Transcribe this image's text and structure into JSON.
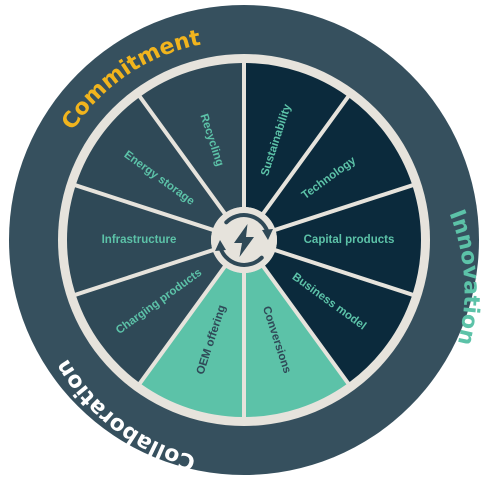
{
  "colors": {
    "outer_ring": "#36505e",
    "rim": "#e6e3dc",
    "segment_slate": "#2f4957",
    "segment_navy": "#0b2a3c",
    "segment_teal": "#5cc2a8",
    "text_teal": "#5cc2a8",
    "text_slate": "#2f4957",
    "text_commitment": "#f1b41d",
    "text_white": "#ffffff"
  },
  "ring_labels": {
    "commitment": "Commitment",
    "innovation": "Innovation",
    "collaboration": "Collaboration"
  },
  "center_icon": "lightning-refresh-icon",
  "segments": [
    {
      "id": "sustainability",
      "label": "Sustainability",
      "group": "navy"
    },
    {
      "id": "technology",
      "label": "Technology",
      "group": "navy"
    },
    {
      "id": "capital-products",
      "label": "Capital products",
      "group": "navy"
    },
    {
      "id": "business-model",
      "label": "Business model",
      "group": "navy"
    },
    {
      "id": "conversions",
      "label": "Conversions",
      "group": "teal"
    },
    {
      "id": "oem-offering",
      "label": "OEM offering",
      "group": "teal"
    },
    {
      "id": "charging-products",
      "label": "Charging products",
      "group": "slate"
    },
    {
      "id": "infrastructure",
      "label": "Infrastructure",
      "group": "slate"
    },
    {
      "id": "energy-storage",
      "label": "Energy storage",
      "group": "slate"
    },
    {
      "id": "recycling",
      "label": "Recycling",
      "group": "slate"
    }
  ]
}
